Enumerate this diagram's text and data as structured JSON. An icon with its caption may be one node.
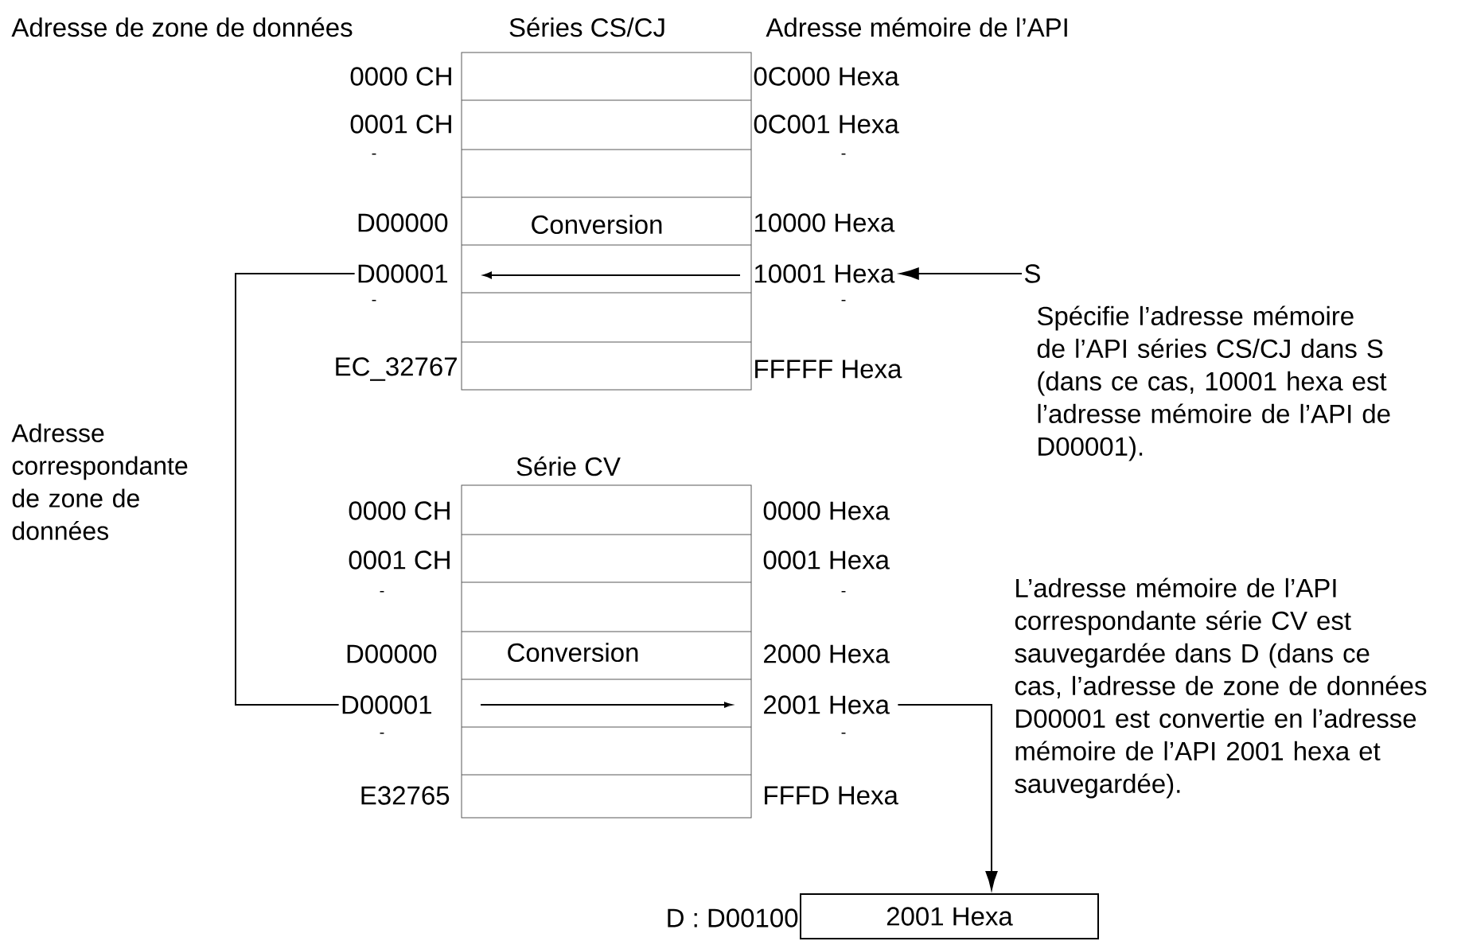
{
  "diagram": {
    "nodes": [
      {
        "text": [
          "D00001"
        ]
      },
      {
        "text": [
          "10001 Hexa"
        ]
      },
      {
        "text": [
          "S"
        ],
        "beside": [
          "Spécifie l’adresse mémoire de l’API séries CS/CJ dans S (dans ce cas, 10001 hexa est l’adresse mémoire de l’API de D00001)."
        ]
      },
      {
        "text": [
          "D00001"
        ]
      },
      {
        "text": [
          "2001 Hexa"
        ]
      },
      {
        "text": [
          "2001 Hexa"
        ],
        "beside": [
          "D : D00100"
        ]
      }
    ],
    "edges": [
      {
        "from": 2,
        "to": 1,
        "arrow": "to"
      },
      {
        "from": 0,
        "to": 3,
        "arrow": "none",
        "label": "Adresse correspondante de zone de données"
      },
      {
        "from": 4,
        "to": 5,
        "arrow": "to"
      }
    ],
    "labels": [
      "Adresse de zone de données",
      "Séries CS/CJ",
      "Adresse mémoire de l’API",
      "0000 CH",
      "0C000 Hexa",
      "0001 CH",
      "0C001 Hexa",
      "-",
      "-",
      "D00000",
      "Conversion",
      "10000 Hexa",
      "-",
      "-",
      "EC_32767",
      "FFFFF Hexa",
      "Série CV",
      "0000 CH",
      "0000 Hexa",
      "0001 CH",
      "0001 Hexa",
      "-",
      "-",
      "D00000",
      "Conversion",
      "2000 Hexa",
      "-",
      "-",
      "E32765",
      "FFFD Hexa",
      "L’adresse mémoire de l’API correspondante série CV est sauvegardée dans D (dans ce cas, l’adresse de zone de données D00001 est convertie en l’adresse mémoire de l’API 2001 hexa et sauvegardée)."
    ]
  }
}
